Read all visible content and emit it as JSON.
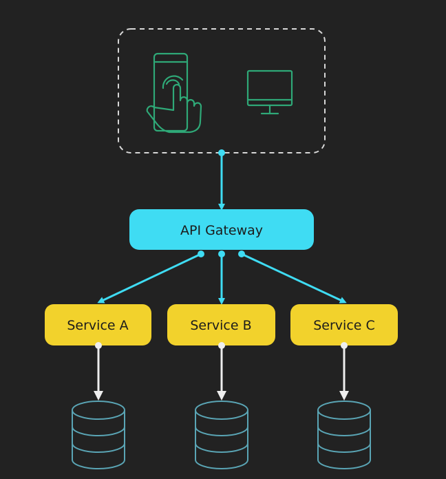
{
  "colors": {
    "background": "#222222",
    "gateway": "#3fdcf3",
    "service": "#f2d22c",
    "client_icon_stroke": "#2fa978",
    "database_stroke": "#5aa5b5",
    "arrow_white": "#eeeeee",
    "client_border": "#d8d8d8"
  },
  "clients": {
    "icons": [
      "phone-tap-icon",
      "monitor-icon"
    ]
  },
  "gateway": {
    "label": "API Gateway"
  },
  "services": [
    {
      "label": "Service A",
      "icon": "database-icon"
    },
    {
      "label": "Service B",
      "icon": "database-icon"
    },
    {
      "label": "Service C",
      "icon": "database-icon"
    }
  ]
}
